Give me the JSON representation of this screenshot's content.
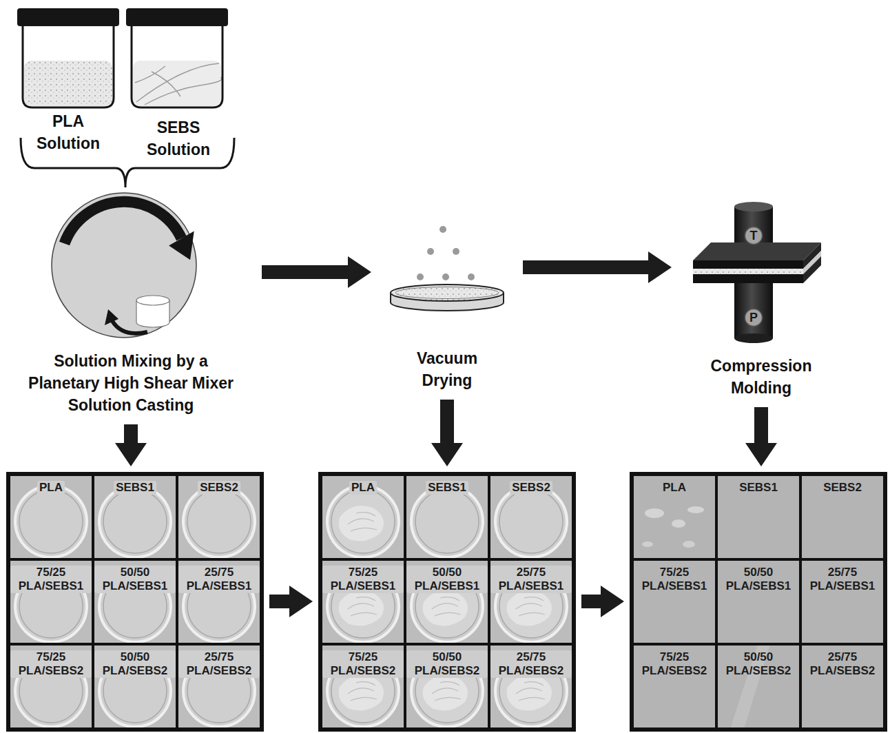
{
  "diagram": {
    "nodes": [
      {
        "text": [
          "PLA Solution"
        ]
      },
      {
        "text": [
          "SEBS Solution"
        ]
      },
      {
        "text": [
          "Solution Mixing by a Planetary High Shear Mixer Solution Casting"
        ]
      },
      {
        "text": [
          "Vacuum Drying"
        ]
      },
      {
        "text": [
          "Compression Molding"
        ]
      },
      {
        "text": [
          "T"
        ],
        "in": 4
      },
      {
        "text": [
          "P"
        ],
        "in": 4
      },
      {
        "text": []
      },
      {
        "text": [
          "PLA"
        ],
        "in": 7
      },
      {
        "text": [
          "SEBS1"
        ],
        "in": 7
      },
      {
        "text": [
          "SEBS2"
        ],
        "in": 7
      },
      {
        "text": [
          "75/25 PLA/SEBS1"
        ],
        "in": 7
      },
      {
        "text": [
          "50/50 PLA/SEBS1"
        ],
        "in": 7
      },
      {
        "text": [
          "25/75 PLA/SEBS1"
        ],
        "in": 7
      },
      {
        "text": [
          "75/25 PLA/SEBS2"
        ],
        "in": 7
      },
      {
        "text": [
          "50/50 PLA/SEBS2"
        ],
        "in": 7
      },
      {
        "text": [
          "25/75 PLA/SEBS2"
        ],
        "in": 7
      },
      {
        "text": []
      },
      {
        "text": [
          "PLA"
        ],
        "in": 17
      },
      {
        "text": [
          "SEBS1"
        ],
        "in": 17
      },
      {
        "text": [
          "SEBS2"
        ],
        "in": 17
      },
      {
        "text": [
          "75/25 PLA/SEBS1"
        ],
        "in": 17
      },
      {
        "text": [
          "50/50 PLA/SEBS1"
        ],
        "in": 17
      },
      {
        "text": [
          "25/75 PLA/SEBS1"
        ],
        "in": 17
      },
      {
        "text": [
          "75/25 PLA/SEBS2"
        ],
        "in": 17
      },
      {
        "text": [
          "50/50 PLA/SEBS2"
        ],
        "in": 17
      },
      {
        "text": [
          "25/75 PLA/SEBS2"
        ],
        "in": 17
      },
      {
        "text": []
      },
      {
        "text": [
          "PLA"
        ],
        "in": 27
      },
      {
        "text": [
          "SEBS1"
        ],
        "in": 27
      },
      {
        "text": [
          "SEBS2"
        ],
        "in": 27
      },
      {
        "text": [
          "75/25 PLA/SEBS1"
        ],
        "in": 27
      },
      {
        "text": [
          "50/50 PLA/SEBS1"
        ],
        "in": 27
      },
      {
        "text": [
          "25/75 PLA/SEBS1"
        ],
        "in": 27
      },
      {
        "text": [
          "75/25 PLA/SEBS2"
        ],
        "in": 27
      },
      {
        "text": [
          "50/50 PLA/SEBS2"
        ],
        "in": 27
      },
      {
        "text": [
          "25/75 PLA/SEBS2"
        ],
        "in": 27
      }
    ],
    "edges": [
      {
        "from": 2,
        "to": 3,
        "arrow": "to"
      },
      {
        "from": 3,
        "to": 4,
        "arrow": "to"
      },
      {
        "from": 2,
        "to": 7,
        "arrow": "to"
      },
      {
        "from": 3,
        "to": 17,
        "arrow": "to"
      },
      {
        "from": 4,
        "to": 27,
        "arrow": "to"
      },
      {
        "from": 7,
        "to": 17,
        "arrow": "to"
      },
      {
        "from": 17,
        "to": 27,
        "arrow": "to"
      }
    ]
  }
}
